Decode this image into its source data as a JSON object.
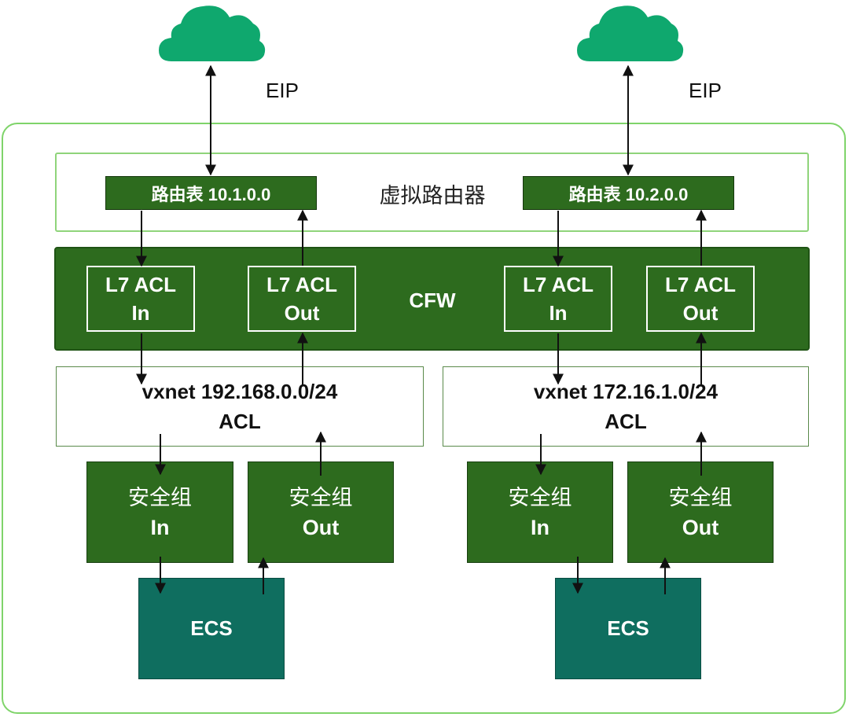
{
  "colors": {
    "cloud": "#0fa86e",
    "outer_border": "#7fd46a",
    "dark_green": "#2d6b1e",
    "ecs_teal": "#0f6e5f",
    "arrow": "#111111"
  },
  "icons": [
    "cloud-icon"
  ],
  "left": {
    "eip": "EIP",
    "route_table": "路由表 10.1.0.0",
    "acl_in": {
      "line1": "L7 ACL",
      "line2": "In"
    },
    "acl_out": {
      "line1": "L7 ACL",
      "line2": "Out"
    },
    "vxnet": {
      "line1": "vxnet 192.168.0.0/24",
      "line2": "ACL"
    },
    "sg_in": {
      "line1": "安全组",
      "line2": "In"
    },
    "sg_out": {
      "line1": "安全组",
      "line2": "Out"
    },
    "ecs": "ECS"
  },
  "right": {
    "eip": "EIP",
    "route_table": "路由表 10.2.0.0",
    "acl_in": {
      "line1": "L7 ACL",
      "line2": "In"
    },
    "acl_out": {
      "line1": "L7 ACL",
      "line2": "Out"
    },
    "vxnet": {
      "line1": "vxnet 172.16.1.0/24",
      "line2": "ACL"
    },
    "sg_in": {
      "line1": "安全组",
      "line2": "In"
    },
    "sg_out": {
      "line1": "安全组",
      "line2": "Out"
    },
    "ecs": "ECS"
  },
  "router_label": "虚拟路由器",
  "cfw_label": "CFW"
}
